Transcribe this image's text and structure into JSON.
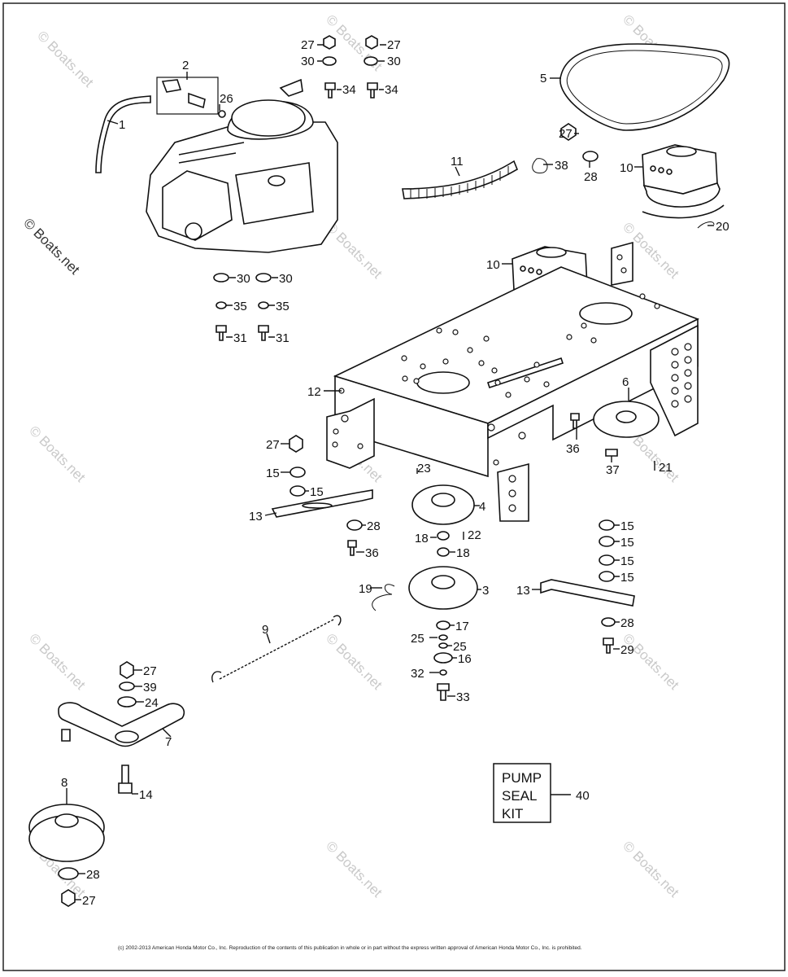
{
  "watermark": "© Boats.net",
  "copyright": "(c) 2002-2013 American Honda Motor Co., Inc. Reproduction of the contents of this publication in whole or in part without the express written approval of American Honda Motor Co., Inc. is prohibited.",
  "kit_box": {
    "lines": [
      "PUMP",
      "SEAL",
      "KIT"
    ],
    "callout": "40"
  },
  "callouts": {
    "c1": "1",
    "c2": "2",
    "c3": "3",
    "c4": "4",
    "c5": "5",
    "c6": "6",
    "c7": "7",
    "c8": "8",
    "c9": "9",
    "c10a": "10",
    "c10b": "10",
    "c11": "11",
    "c12": "12",
    "c13a": "13",
    "c13b": "13",
    "c14": "14",
    "c15a": "15",
    "c15b": "15",
    "c15c": "15",
    "c15d": "15",
    "c15e": "15",
    "c15f": "15",
    "c16": "16",
    "c17": "17",
    "c18a": "18",
    "c18b": "18",
    "c19": "19",
    "c20": "20",
    "c21": "21",
    "c22": "22",
    "c23": "23",
    "c24": "24",
    "c25a": "25",
    "c25b": "25",
    "c26": "26",
    "c27a": "27",
    "c27b": "27",
    "c27c": "27",
    "c27d": "27",
    "c27e": "27",
    "c27f": "27",
    "c28a": "28",
    "c28b": "28",
    "c28c": "28",
    "c28d": "28",
    "c29": "29",
    "c30a": "30",
    "c30b": "30",
    "c30c": "30",
    "c30d": "30",
    "c31a": "31",
    "c31b": "31",
    "c32": "32",
    "c33": "33",
    "c34a": "34",
    "c34b": "34",
    "c35a": "35",
    "c35b": "35",
    "c36a": "36",
    "c36b": "36",
    "c37": "37",
    "c38": "38",
    "c39": "39"
  }
}
